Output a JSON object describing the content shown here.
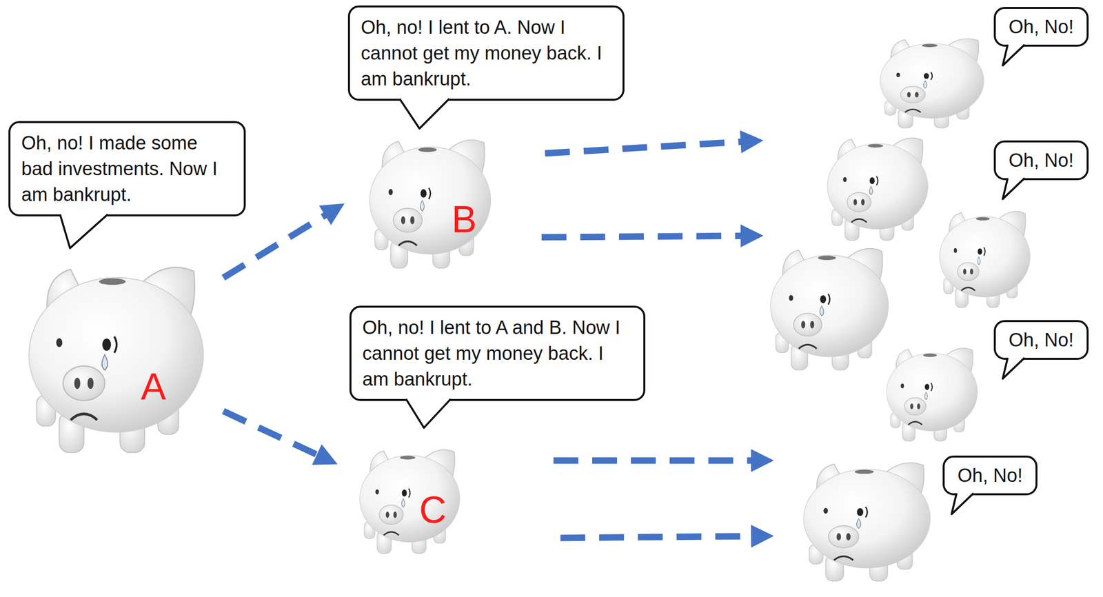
{
  "diagram": {
    "nodes": [
      {
        "text": [
          "Oh, no! I made some bad investments. Now I am bankrupt."
        ]
      },
      {
        "text": [
          "A"
        ]
      },
      {
        "text": [
          "Oh, no! I lent to A. Now I cannot get my money back. I am bankrupt."
        ]
      },
      {
        "text": [
          "B"
        ]
      },
      {
        "text": [
          "Oh, no! I lent to A and B. Now I cannot get my money back. I am bankrupt."
        ]
      },
      {
        "text": [
          "C"
        ]
      },
      {
        "text": [
          "Oh, No!"
        ]
      },
      {
        "text": [
          "Oh, No!"
        ]
      },
      {
        "text": [
          "Oh, No!"
        ]
      },
      {
        "text": [
          "Oh, No!"
        ]
      }
    ],
    "edges": [
      {
        "from": 1,
        "to": 3,
        "arrow": "to"
      },
      {
        "from": 1,
        "to": 5,
        "arrow": "to"
      }
    ]
  }
}
